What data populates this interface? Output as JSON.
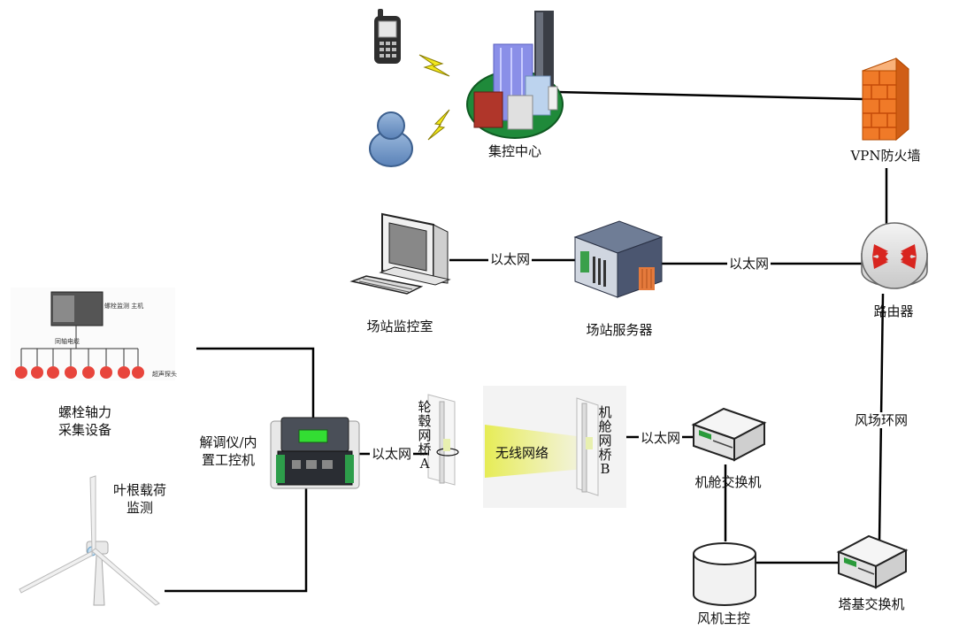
{
  "diagram": {
    "nodes": {
      "control_center": "集控中心",
      "vpn_firewall": "VPN防火墙",
      "router": "路由器",
      "monitor_room": "场站监控室",
      "server": "场站服务器",
      "bolt_device": "螺栓轴力\n采集设备",
      "blade_load": "叶根载荷\n监测",
      "demod": "解调仪/内\n置工控机",
      "hub_bridge": "轮毂网桥A",
      "nacelle_bridge": "机舱网桥B",
      "wireless": "无线网络",
      "nacelle_switch": "机舱交换机",
      "main_control": "风机主控",
      "tower_switch": "塔基交换机"
    },
    "edge_labels": {
      "monitor_server": "以太网",
      "server_router": "以太网",
      "demod_hub": "以太网",
      "bridge_switch": "以太网",
      "ring": "风场环网"
    },
    "bolt_inset": {
      "host": "螺栓监测\n主机",
      "cable": "同轴电缆",
      "probe": "超声探头"
    }
  },
  "colors": {
    "line": "#000000",
    "firewall": "#f07a28",
    "wireless_beam": "#ecef6e",
    "router_arrow": "#d8251f",
    "lcd": "#33dd33",
    "probe": "#e8453c"
  },
  "icons": [
    "phone-icon",
    "user-icon",
    "lightning-icon",
    "city-icon",
    "firewall-icon",
    "router-icon",
    "computer-icon",
    "server-icon",
    "switch-icon",
    "database-icon",
    "wind-turbine-icon",
    "antenna-icon",
    "industrial-pc-icon"
  ]
}
